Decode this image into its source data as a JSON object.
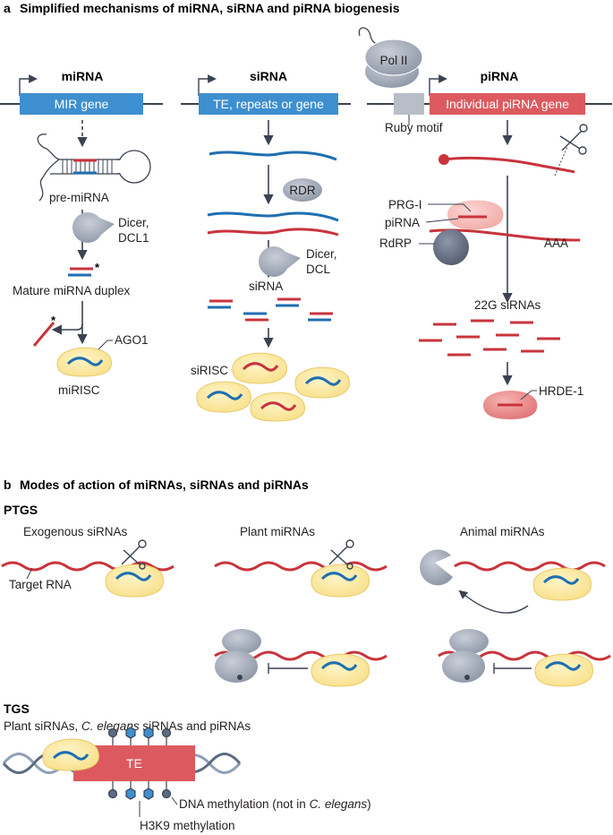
{
  "panel_a": {
    "letter": "a",
    "title": "Simplified mechanisms of miRNA, siRNA and piRNA biogenesis",
    "mirna": {
      "header": "miRNA",
      "gene": "MIR gene",
      "pre": "pre-miRNA",
      "dicer_1": "Dicer,",
      "dicer_2": "DCL1",
      "duplex": "Mature miRNA duplex",
      "ago": "AGO1",
      "complex": "miRISC"
    },
    "sirna": {
      "header": "siRNA",
      "gene": "TE, repeats or gene",
      "rdr": "RDR",
      "dicer_1": "Dicer,",
      "dicer_2": "DCL",
      "product": "siRNA",
      "complex": "siRISC"
    },
    "pirna": {
      "header": "piRNA",
      "pol": "Pol II",
      "gene": "Individual piRNA gene",
      "motif": "Ruby motif",
      "prg": "PRG-I",
      "pirna": "piRNA",
      "rdrp": "RdRP",
      "polya": "AAA",
      "small": "22G siRNAs",
      "hrde": "HRDE-1"
    }
  },
  "panel_b": {
    "letter": "b",
    "title": "Modes of action of miRNAs, siRNAs and piRNAs",
    "ptgs": "PTGS",
    "exo": "Exogenous siRNAs",
    "target": "Target RNA",
    "plant": "Plant miRNAs",
    "animal": "Animal miRNAs",
    "tgs": "TGS",
    "tgs_sub_a": "Plant siRNAs, ",
    "tgs_sub_b": "C. elegans",
    "tgs_sub_c": " siRNAs and piRNAs",
    "te": "TE",
    "dna_a": "DNA methylation (not in ",
    "dna_b": "C. elegans",
    "dna_c": ")",
    "h3k9": "H3K9 methylation"
  },
  "colors": {
    "blue_box": "#3e8fcf",
    "red_box": "#dc5a5f",
    "red_rna": "#c8343c",
    "blue_rna": "#1f6fb0",
    "risc_fill": "#fbeaa6",
    "risc_stroke": "#e8c96a",
    "protein": "#9aa3b2",
    "arrow": "#3b4252"
  }
}
